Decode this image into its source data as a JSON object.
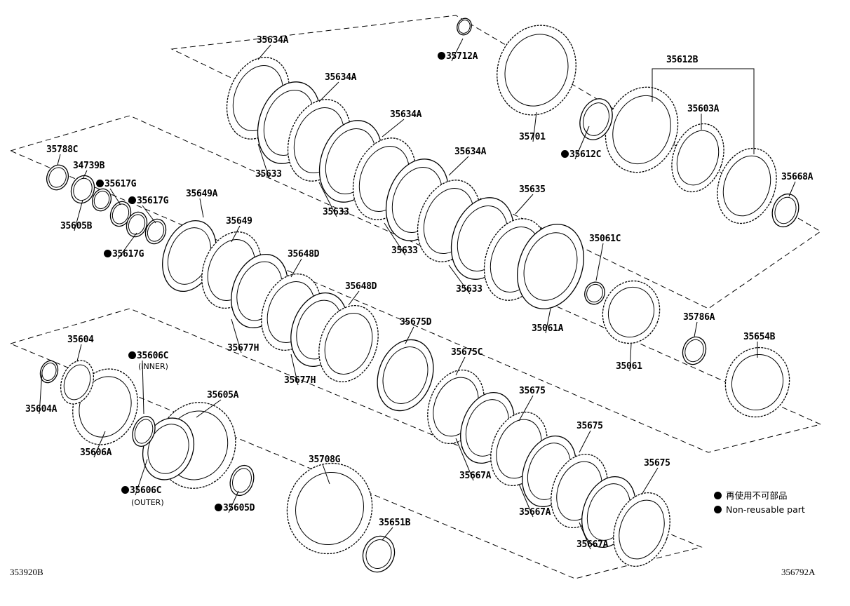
{
  "callouts": [
    {
      "id": "35634A",
      "nonreusable": false
    },
    {
      "id": "35712A",
      "nonreusable": true
    },
    {
      "id": "35612B",
      "nonreusable": false
    },
    {
      "id": "35634A",
      "nonreusable": false
    },
    {
      "id": "35603A",
      "nonreusable": false
    },
    {
      "id": "35634A",
      "nonreusable": false
    },
    {
      "id": "35701",
      "nonreusable": false
    },
    {
      "id": "35612C",
      "nonreusable": true
    },
    {
      "id": "35788C",
      "nonreusable": false
    },
    {
      "id": "34739B",
      "nonreusable": false
    },
    {
      "id": "35617G",
      "nonreusable": true
    },
    {
      "id": "35634A",
      "nonreusable": false
    },
    {
      "id": "35633",
      "nonreusable": false
    },
    {
      "id": "35668A",
      "nonreusable": false
    },
    {
      "id": "35649A",
      "nonreusable": false
    },
    {
      "id": "35617G",
      "nonreusable": true
    },
    {
      "id": "35635",
      "nonreusable": false
    },
    {
      "id": "35633",
      "nonreusable": false
    },
    {
      "id": "35605B",
      "nonreusable": false
    },
    {
      "id": "35649",
      "nonreusable": false
    },
    {
      "id": "35617G",
      "nonreusable": true
    },
    {
      "id": "35061C",
      "nonreusable": false
    },
    {
      "id": "35633",
      "nonreusable": false
    },
    {
      "id": "35648D",
      "nonreusable": false
    },
    {
      "id": "35648D",
      "nonreusable": false
    },
    {
      "id": "35633",
      "nonreusable": false
    },
    {
      "id": "35675D",
      "nonreusable": false
    },
    {
      "id": "35061A",
      "nonreusable": false
    },
    {
      "id": "35786A",
      "nonreusable": false
    },
    {
      "id": "35677H",
      "nonreusable": false
    },
    {
      "id": "35654B",
      "nonreusable": false
    },
    {
      "id": "35604",
      "nonreusable": false
    },
    {
      "id": "35606C",
      "nonreusable": true
    },
    {
      "id": "35675C",
      "nonreusable": false
    },
    {
      "id": "35061",
      "nonreusable": false
    },
    {
      "id": "35677H",
      "nonreusable": false
    },
    {
      "id": "35605A",
      "nonreusable": false
    },
    {
      "id": "35675",
      "nonreusable": false
    },
    {
      "id": "35604A",
      "nonreusable": false
    },
    {
      "id": "35675",
      "nonreusable": false
    },
    {
      "id": "35606A",
      "nonreusable": false
    },
    {
      "id": "35708G",
      "nonreusable": false
    },
    {
      "id": "35675",
      "nonreusable": false
    },
    {
      "id": "35667A",
      "nonreusable": false
    },
    {
      "id": "35606C",
      "nonreusable": true
    },
    {
      "id": "35605D",
      "nonreusable": true
    },
    {
      "id": "35667A",
      "nonreusable": false
    },
    {
      "id": "35651B",
      "nonreusable": false
    },
    {
      "id": "35667A",
      "nonreusable": false
    }
  ],
  "notes": {
    "inner": "(INNER)",
    "outer": "(OUTER)"
  },
  "legend": {
    "jp": "再使用不可部品",
    "en": "Non-reusable part",
    "marker": "filled-circle-icon"
  },
  "footer": {
    "left_code": "353920B",
    "right_code": "356792A"
  }
}
